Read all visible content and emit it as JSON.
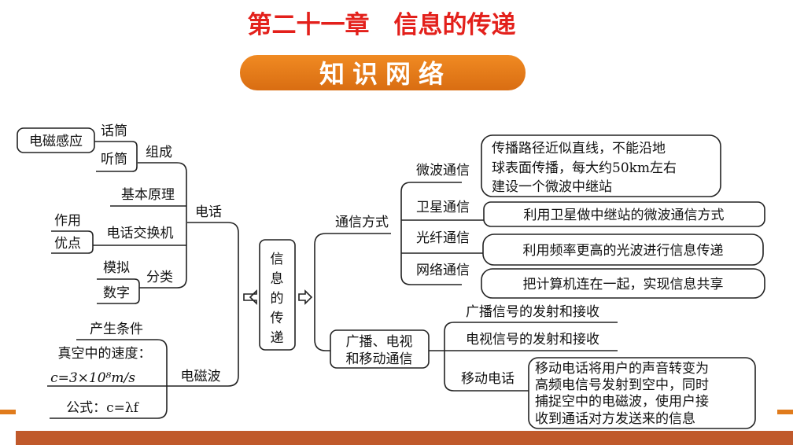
{
  "title": "第二十一章　信息的传递",
  "banner": "知识网络",
  "colors": {
    "title": "#e3201b",
    "banner": "#e07b1c",
    "bottom_bar": "#c0592b"
  },
  "center": [
    "信",
    "息",
    "的",
    "传",
    "递"
  ],
  "left": {
    "phone": {
      "label": "电话",
      "composition": {
        "label": "组成",
        "items": [
          "话筒",
          "听筒"
        ],
        "principle": "电磁感应"
      },
      "basic_principle": "基本原理",
      "exchange": {
        "label": "电话交换机",
        "items": [
          "作用",
          "优点"
        ]
      },
      "classification": {
        "label": "分类",
        "items": [
          "模拟",
          "数字"
        ]
      }
    },
    "em_wave": {
      "label": "电磁波",
      "condition": "产生条件",
      "speed_label": "真空中的速度：",
      "speed_value": "c=3×10⁸m/s",
      "formula": "公式：c=λf"
    }
  },
  "right": {
    "methods": {
      "label": "通信方式",
      "items": [
        {
          "name": "微波通信",
          "desc": [
            "传播路径近似直线，不能沿地",
            "球表面传播，每大约50km左右",
            "建设一个微波中继站"
          ]
        },
        {
          "name": "卫星通信",
          "desc": [
            "利用卫星做中继站的微波通信方式"
          ]
        },
        {
          "name": "光纤通信",
          "desc": [
            "利用频率更高的光波进行信息传递"
          ]
        },
        {
          "name": "网络通信",
          "desc": [
            "把计算机连在一起，实现信息共享"
          ]
        }
      ]
    },
    "broadcast": {
      "label": [
        "广播、电视",
        "和移动通信"
      ],
      "items": [
        "广播信号的发射和接收",
        "电视信号的发射和接收"
      ],
      "mobile": {
        "name": "移动电话",
        "desc": [
          "移动电话将用户的声音转变为",
          "高频电信号发射到空中，同时",
          "捕捉空中的电磁波，使用户接",
          "收到通话对方发送来的信息"
        ]
      }
    }
  }
}
